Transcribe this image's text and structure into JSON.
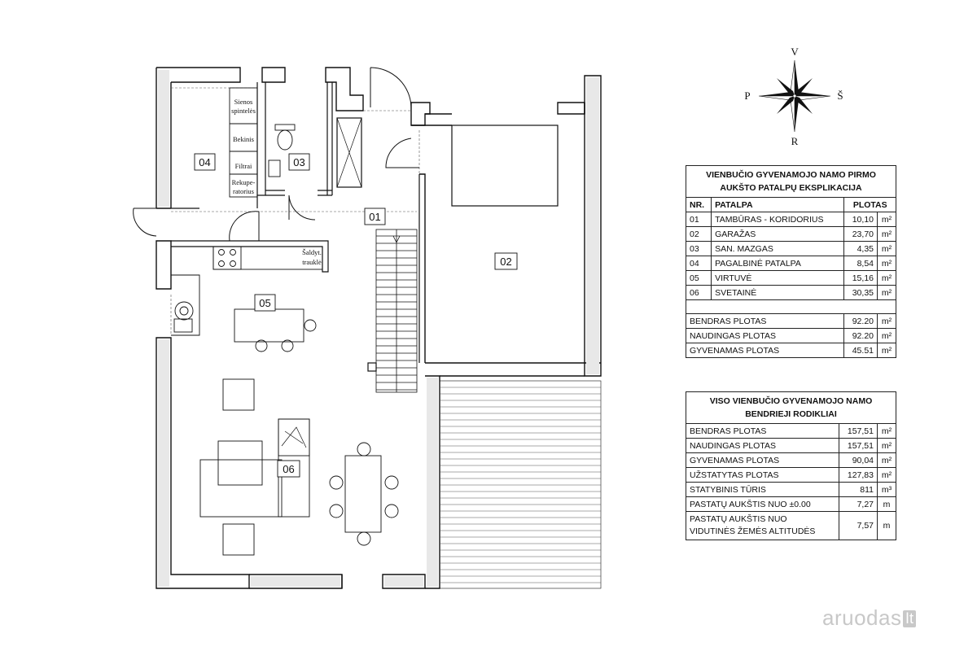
{
  "compass": {
    "n": "V",
    "s": "R",
    "e": "Š",
    "w": "P"
  },
  "rooms": {
    "r01": "01",
    "r02": "02",
    "r03": "03",
    "r04": "04",
    "r05": "05",
    "r06": "06"
  },
  "plan_labels": {
    "sienos1": "Sienos",
    "sienos2": "spintelės",
    "bekinis": "Bekinis",
    "filtrai": "Filtrai",
    "rekup1": "Rekupe-",
    "rekup2": "ratorius",
    "saldyt1": "Šaldyt.",
    "saldyt2": "trauklė"
  },
  "explication": {
    "title_line1": "VIENBUČIO GYVENAMOJO NAMO PIRMO",
    "title_line2": "AUKŠTO PATALPŲ EKSPLIKACIJA",
    "col_nr": "NR.",
    "col_room": "PATALPA",
    "col_area": "PLOTAS",
    "rows": [
      {
        "nr": "01",
        "name": "TAMBŪRAS - KORIDORIUS",
        "area": "10,10",
        "unit": "m²"
      },
      {
        "nr": "02",
        "name": "GARAŽAS",
        "area": "23,70",
        "unit": "m²"
      },
      {
        "nr": "03",
        "name": "SAN. MAZGAS",
        "area": "4,35",
        "unit": "m²"
      },
      {
        "nr": "04",
        "name": "PAGALBINĖ PATALPA",
        "area": "8,54",
        "unit": "m²"
      },
      {
        "nr": "05",
        "name": "VIRTUVĖ",
        "area": "15,16",
        "unit": "m²"
      },
      {
        "nr": "06",
        "name": "SVETAINĖ",
        "area": "30,35",
        "unit": "m²"
      }
    ],
    "totals": [
      {
        "name": "BENDRAS PLOTAS",
        "area": "92.20",
        "unit": "m²"
      },
      {
        "name": "NAUDINGAS PLOTAS",
        "area": "92.20",
        "unit": "m²"
      },
      {
        "name": "GYVENAMAS PLOTAS",
        "area": "45.51",
        "unit": "m²"
      }
    ]
  },
  "summary": {
    "title_line1": "VISO VIENBUČIO GYVENAMOJO NAMO",
    "title_line2": "BENDRIEJI RODIKLIAI",
    "rows": [
      {
        "name": "BENDRAS PLOTAS",
        "value": "157,51",
        "unit": "m²"
      },
      {
        "name": "NAUDINGAS PLOTAS",
        "value": "157,51",
        "unit": "m²"
      },
      {
        "name": "GYVENAMAS PLOTAS",
        "value": "90,04",
        "unit": "m²"
      },
      {
        "name": "UŽSTATYTAS PLOTAS",
        "value": "127,83",
        "unit": "m²"
      },
      {
        "name": "STATYBINIS TŪRIS",
        "value": "811",
        "unit": "m³"
      },
      {
        "name": "PASTATŲ AUKŠTIS NUO ±0.00",
        "value": "7,27",
        "unit": "m"
      }
    ],
    "last_row": {
      "name_line1": "PASTATŲ AUKŠTIS NUO",
      "name_line2": "VIDUTINĖS ŽEMĖS ALTITUDĖS",
      "value": "7,57",
      "unit": "m"
    }
  },
  "watermark": {
    "name": "aruodas",
    "tld": "lt"
  }
}
